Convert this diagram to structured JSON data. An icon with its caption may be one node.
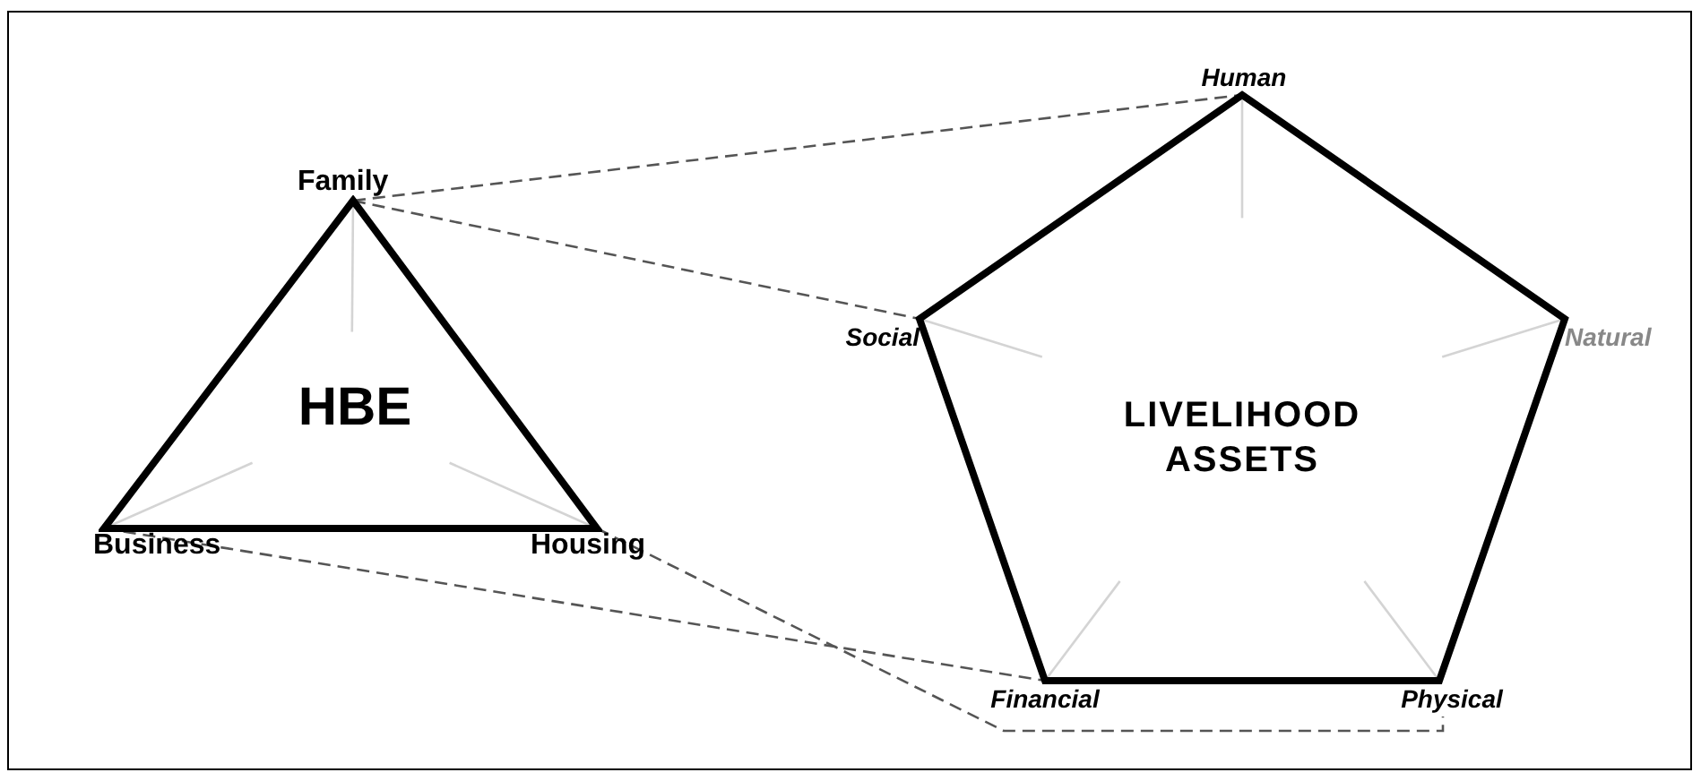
{
  "diagram": {
    "nodes": [
      {
        "text": [
          "Family"
        ]
      },
      {
        "text": [
          "HBE"
        ]
      },
      {
        "text": [
          "Business"
        ]
      },
      {
        "text": [
          "Housing"
        ]
      },
      {
        "text": [
          "Human"
        ]
      },
      {
        "text": [
          "Social"
        ]
      },
      {
        "text": [
          "LIVELIHOOD ASSETS"
        ]
      },
      {
        "text": [
          "Natural"
        ]
      },
      {
        "text": [
          "Financial"
        ]
      },
      {
        "text": [
          "Physical"
        ]
      }
    ],
    "edges": [
      {
        "from": 0,
        "to": 4,
        "arrow": "none",
        "style": "dashed"
      },
      {
        "from": 0,
        "to": 5,
        "arrow": "none",
        "style": "dashed"
      },
      {
        "from": 3,
        "to": 9,
        "arrow": "none",
        "style": "dashed"
      },
      {
        "from": 2,
        "to": 8,
        "arrow": "none",
        "style": "dashed"
      }
    ]
  }
}
